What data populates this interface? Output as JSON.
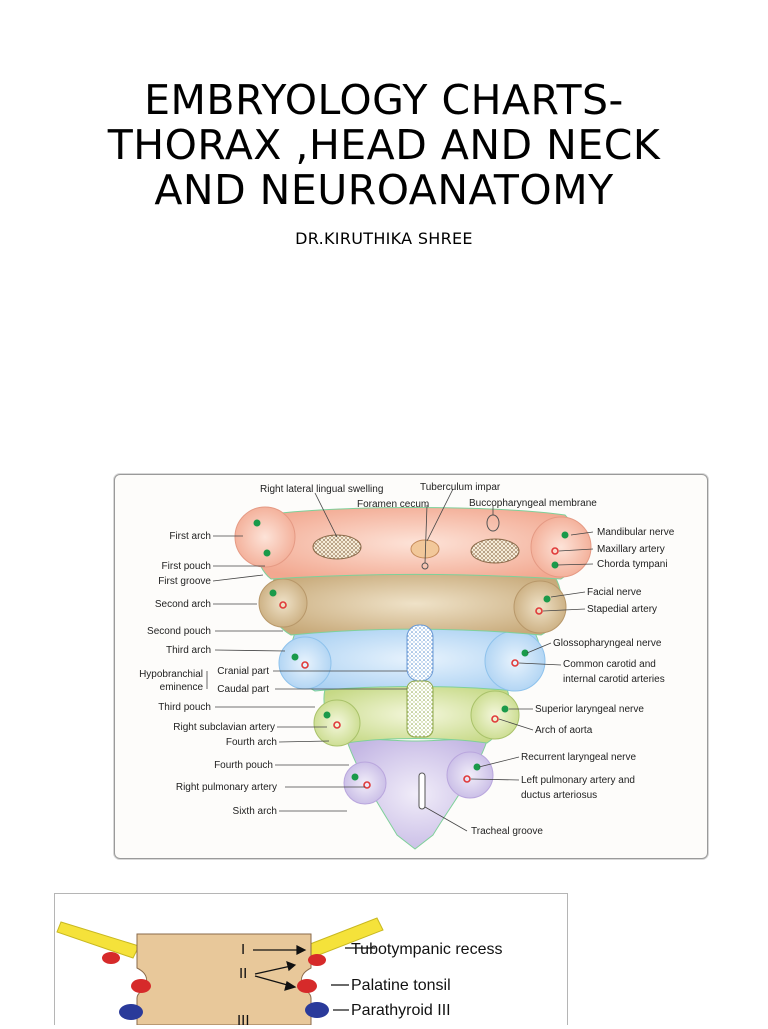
{
  "page": {
    "title_lines": [
      "EMBRYOLOGY CHARTS-",
      "THORAX ,HEAD AND NECK",
      "AND NEUROANATOMY"
    ],
    "author": "DR.KIRUTHIKA SHREE"
  },
  "figure1": {
    "top_labels": {
      "lingual": "Right lateral lingual swelling",
      "tuberculum": "Tuberculum impar",
      "foramen": "Foramen cecum",
      "bucco": "Buccopharyngeal membrane"
    },
    "left_labels": {
      "first_arch": "First arch",
      "first_pouch": "First pouch",
      "first_groove": "First groove",
      "second_arch": "Second arch",
      "second_pouch": "Second pouch",
      "third_arch": "Third arch",
      "hypo1": "Hypobranchial",
      "hypo2": "eminence",
      "cranial": "Cranial part",
      "caudal": "Caudal part",
      "third_pouch": "Third pouch",
      "subclavian": "Right subclavian artery",
      "fourth_arch": "Fourth arch",
      "fourth_pouch": "Fourth pouch",
      "pulmonary": "Right pulmonary artery",
      "sixth_arch": "Sixth arch"
    },
    "right_labels": {
      "mandibular": "Mandibular nerve",
      "maxillary": "Maxillary artery",
      "chorda": "Chorda tympani",
      "facial": "Facial nerve",
      "stapedial": "Stapedial artery",
      "glosso": "Glossopharyngeal nerve",
      "carotid1": "Common carotid and",
      "carotid2": "internal carotid arteries",
      "sup_laryngeal": "Superior laryngeal nerve",
      "aorta": "Arch of aorta",
      "recurrent": "Recurrent laryngeal nerve",
      "left_pulm1": "Left pulmonary artery and",
      "left_pulm2": "ductus arteriosus",
      "tracheal": "Tracheal groove"
    },
    "colors": {
      "arch1": "#f4b8a6",
      "arch2": "#c9b08a",
      "arch3": "#b9d8f4",
      "arch4": "#c8dc8a",
      "arch6": "#c9bde6",
      "nerve": "#1a9a4a",
      "artery": "#e03a3a"
    }
  },
  "figure2": {
    "labels": {
      "tubotympanic": "Tubotympanic recess",
      "palatine": "Palatine tonsil",
      "parathyroid": "Parathyroid III"
    },
    "numerals": {
      "one": "I",
      "two": "II",
      "three": "III"
    },
    "colors": {
      "body": "#e8c89a",
      "tube": "#f5e23a",
      "red": "#d62a2a",
      "blue": "#2a3a9a"
    }
  }
}
